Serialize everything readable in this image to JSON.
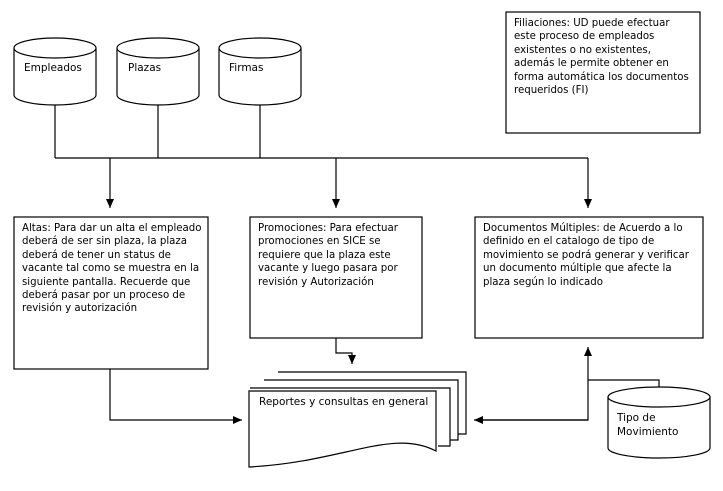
{
  "databases": {
    "empleados": "Empleados",
    "plazas": "Plazas",
    "firmas": "Firmas",
    "tipo_movimiento": [
      "Tipo de",
      "Movimiento"
    ]
  },
  "notes": {
    "filiaciones": "Filiaciones: UD puede efectuar este proceso de empleados existentes o no existentes, además le permite obtener en forma automática los documentos requeridos (FI)"
  },
  "processes": {
    "altas": "Altas: Para dar un alta el empleado deberá de ser sin plaza, la plaza deberá de tener un status de vacante tal como se muestra en la siguiente pantalla. Recuerde que deberá pasar por un proceso de revisión y autorización",
    "promociones": "Promociones: Para efectuar promociones en SICE se requiere que la plaza este vacante y luego pasara por revisión y Autorización",
    "documentos_multiples": "Documentos Múltiples: de Acuerdo a lo definido en el catalogo de tipo de movimiento se podrá generar y verificar un documento múltiple que afecte la plaza según lo indicado"
  },
  "outputs": {
    "reportes": "Reportes y consultas en general"
  }
}
